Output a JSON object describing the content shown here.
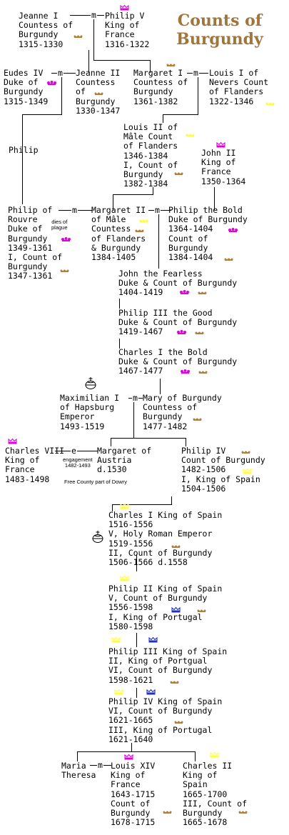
{
  "title": "Counts of\nBurgundy",
  "colors": {
    "title": "#a0753a",
    "gold": "#b08040",
    "yellow": "#ffff40",
    "magenta": "#e000e0",
    "blue": "#2030c0"
  },
  "marriage_symbol": "m",
  "engagement_symbol": "e",
  "people": {
    "jeanne1": "Jeanne I\nCountess of\nBurgundy\n1315-1330",
    "philip5": "Philip V\nKing of\nFrance\n1316-1322",
    "eudes4": "Eudes IV\nDuke of\nBurgundy\n1315-1349",
    "jeanne2": "Jeanne II\nCountess\nof\nBurgundy\n1330-1347",
    "margaret1": "Margaret I\nCountess of\nBurgundy\n1361-1382",
    "louis1": "Louis I of\nNevers Count\nof Flanders\n1322-1346",
    "philip": "Philip",
    "louis2": "Louis II of\nMâle Count\nof Flanders\n1346-1384\nI, Count of\nBurgundy\n1382-1384",
    "john2": "John II\nKing of\nFrance\n1350-1364",
    "philip_rouvre": "Philip of\nRouvre\nDuke of\nBurgundy\n1349-1361\nI, Count of\nBurgundy\n1347-1361",
    "dies_of_plague": "dies of\nplague",
    "margaret2": "Margaret II\nof Mâle\nCountess\nof Flanders\n& Burgundy\n1384-1405",
    "philip_bold": "Philip the Bold\nDuke of Burgundy\n1364-1404\nCount of\nBurgundy\n1384-1404",
    "john_fearless": "John the Fearless\nDuke & Count of Burgundy\n1404-1419",
    "philip3": "Philip III the Good\nDuke & Count of Burgundy\n1419-1467",
    "charles1_bold": "Charles I the Bold\nDuke & Count of Burgundy\n1467-1477",
    "maximilian": "Maximilian I\nof Hapsburg\nEmperor\n1493-1519",
    "mary": "Mary of Burgundy\nCountess of\nBurgundy\n1477-1482",
    "charles8": "Charles VIII\nKing of\nFrance\n1483-1498",
    "engagement": "engagement\n1482-1493",
    "margaret_austria": "Margaret of\nAustria\nd.1530",
    "free_county": "Free County part of Dowry",
    "philip4_burg": "Philip IV\nCount of Burgundy\n1482-1506\nI, King of Spain\n1504-1506",
    "charles1_spain": "Charles I King of Spain\n1516-1556\nV, Holy Roman Emperor\n1519-1556\nII, Count of Burgundy\n1506-1566 d.1558",
    "philip2_spain": "Philip II King of Spain\nV, Count of Burgundy\n1556-1598\nI, King of Portugal\n1580-1598",
    "philip3_spain": "Philip III King of Spain\nII, King of Portgual\nVI, Count of Burgundy\n1598-1621",
    "philip4_spain": "Philip IV King of Spain\nVI, Count of Burgundy\n1621-1665\nIII, King of Portugal\n1621-1640",
    "maria_theresa": "Maria\nTheresa",
    "louis14": "Louis XIV\nKing of\nFrance\n1643-1715\nCount of\nBurgundy\n1678-1715",
    "charles2_spain": "Charles II\nKing of\nSpain\n1665-1700\nIII, Count of\nBurgundy\n1665-1678"
  }
}
